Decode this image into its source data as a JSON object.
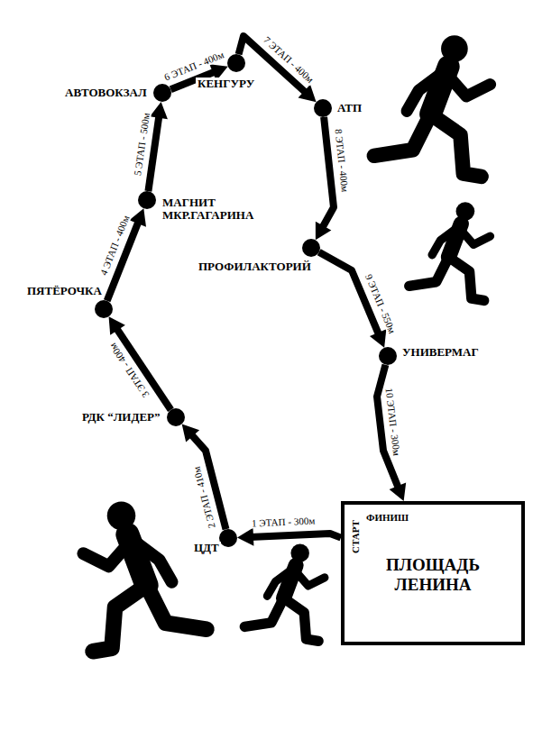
{
  "diagram": {
    "nodes": [
      {
        "text": [
          "СТАРТ",
          "ФИНИШ",
          "ПЛОЩАДЬ ЛЕНИНА"
        ]
      },
      {
        "text": [
          "ЦДТ"
        ]
      },
      {
        "text": [
          "РДК “ЛИДЕР”"
        ]
      },
      {
        "text": [
          "ПЯТЁРОЧКА"
        ]
      },
      {
        "text": [
          "МАГНИТ МКР.ГАГАРИНА"
        ]
      },
      {
        "text": [
          "АВТОВОКЗАЛ"
        ]
      },
      {
        "text": [
          "КЕНГУРУ"
        ]
      },
      {
        "text": [
          "АТП"
        ]
      },
      {
        "text": [
          "ПРОФИЛАКТОРИЙ"
        ]
      },
      {
        "text": [
          "УНИВЕРМАГ"
        ]
      }
    ],
    "edges": [
      {
        "from": 0,
        "to": 1,
        "arrow": "to",
        "label": "1 ЭТАП - 300м"
      },
      {
        "from": 1,
        "to": 2,
        "arrow": "to",
        "label": "2 ЭТАП - 410м"
      },
      {
        "from": 2,
        "to": 3,
        "arrow": "to",
        "label": "3 ЭТАП - 400м"
      },
      {
        "from": 3,
        "to": 4,
        "arrow": "to",
        "label": "4 ЭТАП - 400м"
      },
      {
        "from": 4,
        "to": 5,
        "arrow": "to",
        "label": "5 ЭТАП - 500м"
      },
      {
        "from": 5,
        "to": 6,
        "arrow": "to",
        "label": "6 ЭТАП - 400м"
      },
      {
        "from": 6,
        "to": 7,
        "arrow": "to",
        "label": "7 ЭТАП - 400м"
      },
      {
        "from": 7,
        "to": 8,
        "arrow": "to",
        "label": "8 ЭТАП - 400м"
      },
      {
        "from": 8,
        "to": 9,
        "arrow": "to",
        "label": "9 ЭТАП - 550м"
      },
      {
        "from": 9,
        "to": 0,
        "arrow": "to",
        "label": "10 ЭТАП - 300м"
      }
    ]
  }
}
